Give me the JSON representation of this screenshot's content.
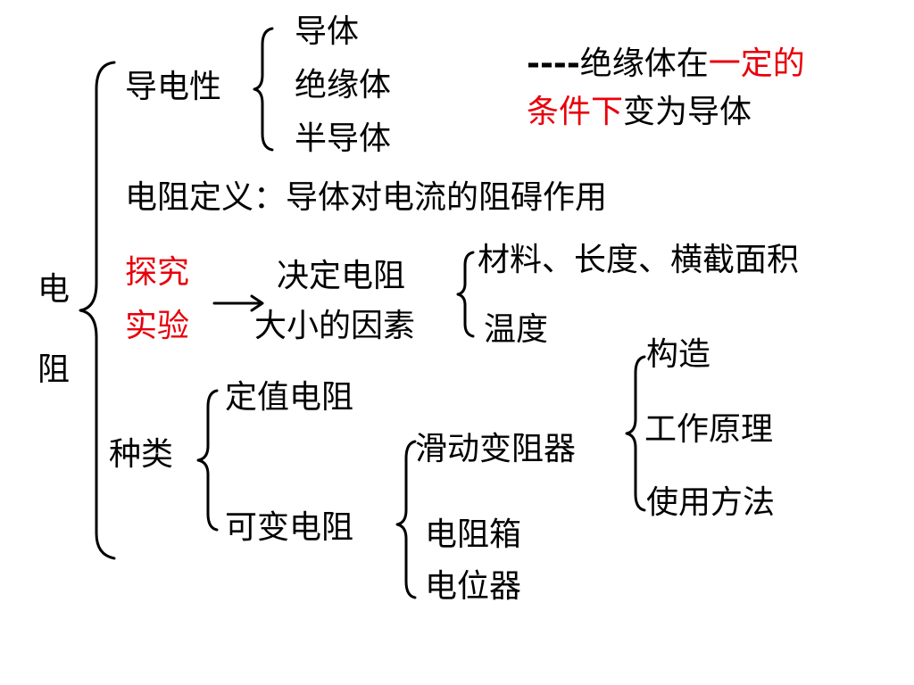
{
  "root": {
    "char1": "电",
    "char2": "阻"
  },
  "conductivity": {
    "label": "导电性",
    "items": [
      "导体",
      "绝缘体",
      "半导体"
    ],
    "note_dash": "----",
    "note_part1": "绝缘体在",
    "note_red1": "一定的",
    "note_red2": "条件下",
    "note_part2": "变为导体"
  },
  "definition": {
    "text": "电阻定义：导体对电流的阻碍作用"
  },
  "experiment": {
    "label_line1": "探究",
    "label_line2": "实验",
    "target_line1": "决定电阻",
    "target_line2": "大小的因素",
    "factors": [
      "材料、长度、横截面积",
      "温度"
    ]
  },
  "types": {
    "label": "种类",
    "fixed": "定值电阻",
    "variable": "可变电阻",
    "variable_items": [
      "滑动变阻器",
      "电阻箱",
      "电位器"
    ],
    "rheostat_aspects": [
      "构造",
      "工作原理",
      "使用方法"
    ]
  },
  "colors": {
    "highlight": "#e8000b",
    "text": "#000000"
  }
}
